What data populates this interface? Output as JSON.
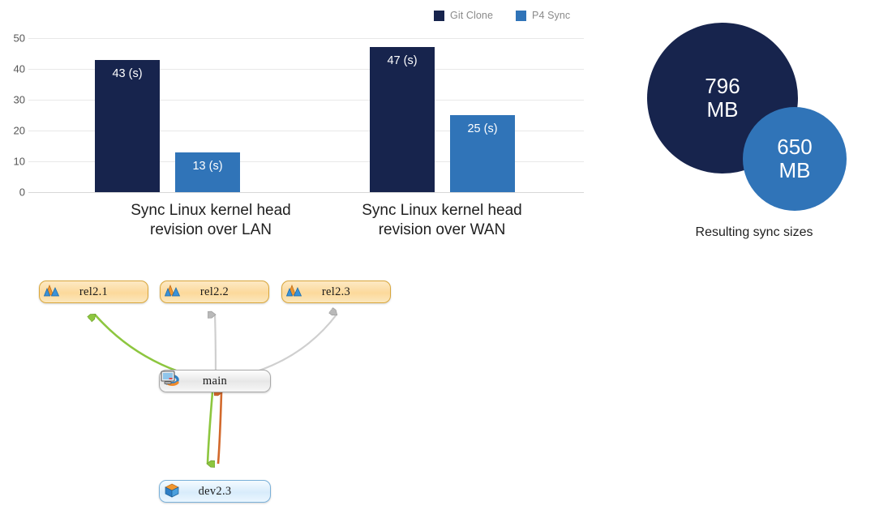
{
  "chart_data": [
    {
      "type": "bar",
      "title": "",
      "categories": [
        "Sync Linux kernel head revision over LAN",
        "Sync Linux kernel head revision over WAN"
      ],
      "series": [
        {
          "name": "Git Clone",
          "color": "#17244d",
          "values": [
            43,
            47
          ],
          "labels": [
            "43 (s)",
            "47 (s)"
          ]
        },
        {
          "name": "P4 Sync",
          "color": "#3074b8",
          "values": [
            13,
            25
          ],
          "labels": [
            "13 (s)",
            "25 (s)"
          ]
        }
      ],
      "xlabel": "",
      "ylabel": "",
      "ylim": [
        0,
        50
      ],
      "yticks": [
        "0",
        "10",
        "20",
        "30",
        "40",
        "50"
      ],
      "grid": true,
      "legend_position": "top-right"
    },
    {
      "type": "bubble",
      "title": "Resulting sync sizes",
      "items": [
        {
          "name": "Git Clone",
          "value": 796,
          "unit": "MB",
          "value_text": "796",
          "color": "#17244d"
        },
        {
          "name": "P4 Sync",
          "value": 650,
          "unit": "MB",
          "value_text": "650",
          "color": "#3074b8"
        }
      ]
    }
  ],
  "legend": {
    "items": [
      {
        "label": "Git Clone",
        "color": "#17244d"
      },
      {
        "label": "P4 Sync",
        "color": "#3074b8"
      }
    ]
  },
  "axis": {
    "yticks": [
      "50",
      "40",
      "30",
      "20",
      "10",
      "0"
    ]
  },
  "categories": [
    {
      "line1": "Sync Linux kernel head",
      "line2": "revision over LAN"
    },
    {
      "line1": "Sync Linux kernel head",
      "line2": "revision over WAN"
    }
  ],
  "bars": [
    {
      "label": "43 (s)",
      "series": "Git Clone"
    },
    {
      "label": "13 (s)",
      "series": "P4 Sync"
    },
    {
      "label": "47 (s)",
      "series": "Git Clone"
    },
    {
      "label": "25 (s)",
      "series": "P4 Sync"
    }
  ],
  "bubbles": {
    "caption": "Resulting sync sizes",
    "large": {
      "value": "796",
      "unit": "MB"
    },
    "small": {
      "value": "650",
      "unit": "MB"
    }
  },
  "diagram": {
    "nodes": [
      {
        "id": "rel21",
        "label": "rel2.1",
        "icon": "stream-release-icon"
      },
      {
        "id": "rel22",
        "label": "rel2.2",
        "icon": "stream-release-icon"
      },
      {
        "id": "rel23",
        "label": "rel2.3",
        "icon": "stream-release-icon"
      },
      {
        "id": "main",
        "label": "main",
        "icon": "stream-mainline-icon",
        "right_icon": "workspace-monitor-icon"
      },
      {
        "id": "dev23",
        "label": "dev2.3",
        "icon": "stream-development-icon"
      }
    ],
    "edges": [
      {
        "from": "rel2.1",
        "to": "main",
        "state": "active",
        "color": "#8dc63f"
      },
      {
        "from": "rel2.2",
        "to": "main",
        "state": "inactive",
        "color": "#cfcfcf"
      },
      {
        "from": "rel2.3",
        "to": "main",
        "state": "inactive",
        "color": "#cfcfcf"
      },
      {
        "from": "main",
        "to": "dev2.3",
        "state": "copy-down",
        "color": "#8dc63f"
      },
      {
        "from": "dev2.3",
        "to": "main",
        "state": "merge-up",
        "color": "#d2692c"
      }
    ]
  }
}
